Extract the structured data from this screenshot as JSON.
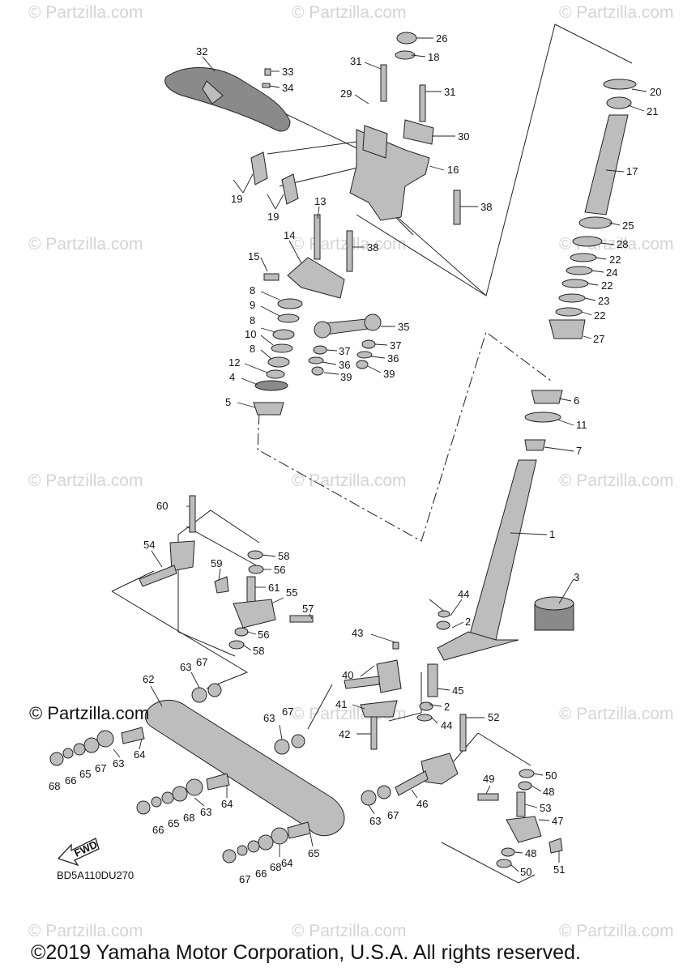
{
  "watermark": "© Partzilla.com",
  "brand_watermark": "© Partzilla.com",
  "diagram_code": "BD5A110DU270",
  "fwd_label": "FWD",
  "copyright": "©2019 Yamaha Motor Corporation, U.S.A. All rights reserved.",
  "callouts": [
    "1",
    "2",
    "2",
    "3",
    "4",
    "5",
    "6",
    "7",
    "8",
    "8",
    "8",
    "9",
    "10",
    "11",
    "12",
    "13",
    "14",
    "15",
    "16",
    "17",
    "18",
    "19",
    "19",
    "20",
    "21",
    "22",
    "22",
    "22",
    "23",
    "24",
    "25",
    "26",
    "27",
    "28",
    "29",
    "30",
    "31",
    "31",
    "32",
    "33",
    "34",
    "35",
    "36",
    "36",
    "37",
    "37",
    "38",
    "38",
    "39",
    "39",
    "40",
    "41",
    "42",
    "43",
    "44",
    "44",
    "45",
    "46",
    "47",
    "48",
    "48",
    "49",
    "50",
    "50",
    "51",
    "52",
    "53",
    "54",
    "55",
    "56",
    "56",
    "57",
    "58",
    "58",
    "59",
    "60",
    "61",
    "62",
    "63",
    "63",
    "63",
    "63",
    "63",
    "64",
    "64",
    "64",
    "65",
    "65",
    "65",
    "66",
    "66",
    "66",
    "67",
    "67",
    "67",
    "67",
    "67",
    "68",
    "68",
    "68"
  ]
}
